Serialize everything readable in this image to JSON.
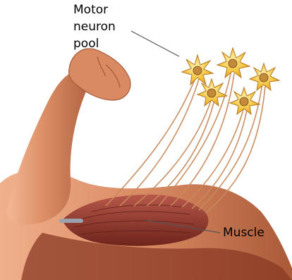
{
  "labels": {
    "pool": [
      "Motor",
      "neuron",
      "pool"
    ],
    "muscle": "Muscle"
  },
  "colors": {
    "skin": "#d98a62",
    "skin_shadow": "#9e4a2c",
    "muscle": "#8f3a2e",
    "neuron_body": "#f2c23a",
    "nucleus": "#c28a3a",
    "axon": "#c98a5c"
  }
}
